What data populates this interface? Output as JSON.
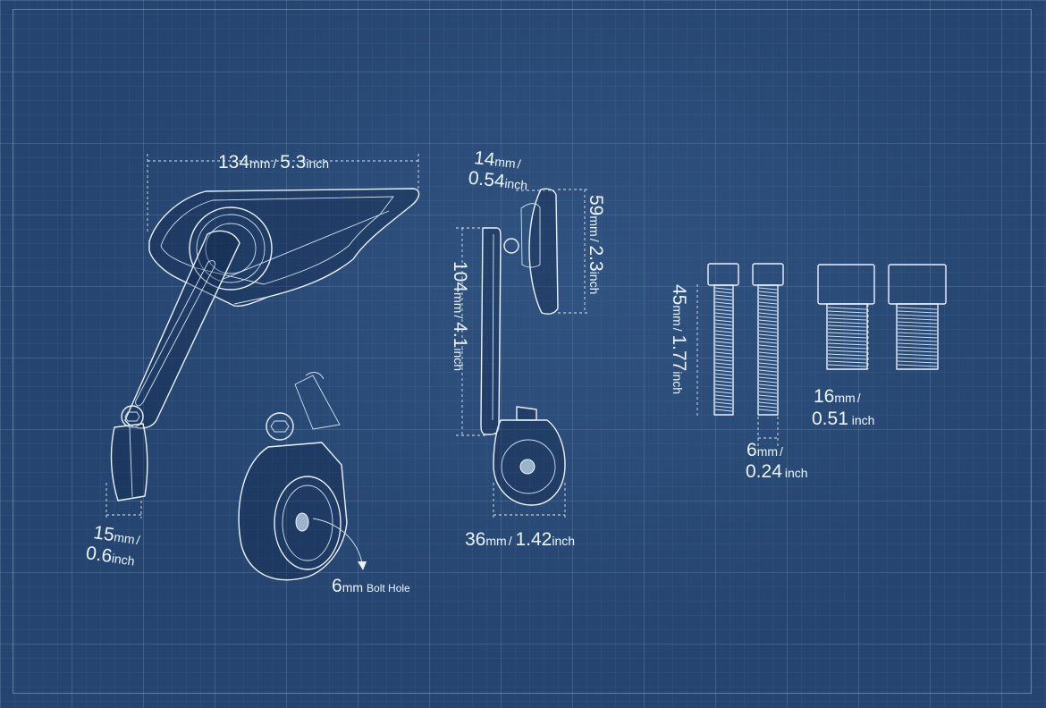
{
  "background_color": "#25446f",
  "line_color": "#e9f3ff",
  "dimensions": {
    "mirror_width": {
      "value": "134",
      "unit_mm": "mm",
      "sep": "/ ",
      "inch": "5.3",
      "unit_in": "inch"
    },
    "clamp_width": {
      "value": "15",
      "unit_mm": "mm",
      "sep": "/",
      "inch": "0.6",
      "unit_in": "inch"
    },
    "bolt_hole": {
      "value": "6",
      "unit_mm": "mm",
      "label": "Bolt Hole"
    },
    "mirror_depth": {
      "value": "14",
      "unit_mm": "mm",
      "sep": "/",
      "inch": "0.54",
      "unit_in": "inch"
    },
    "mirror_head_height": {
      "value": "59",
      "unit_mm": "mm",
      "sep": "/ ",
      "inch": "2.3",
      "unit_in": "inch"
    },
    "total_height": {
      "value": "104",
      "unit_mm": "mm",
      "sep": "/ ",
      "inch": "4.1",
      "unit_in": "inch"
    },
    "clamp_diameter": {
      "value": "36",
      "unit_mm": "mm",
      "sep": "/ ",
      "inch": "1.42",
      "unit_in": "inch"
    },
    "long_bolt_length": {
      "value": "45",
      "unit_mm": "mm",
      "sep": "/ ",
      "inch": "1.77",
      "unit_in": "inch"
    },
    "bolt_diameter": {
      "value": "6",
      "unit_mm": "mm",
      "sep": "/",
      "inch": "0.24",
      "unit_in": "inch"
    },
    "short_bolt_length": {
      "value": "16",
      "unit_mm": "mm",
      "sep": "/",
      "inch": "0.51",
      "unit_in": " inch"
    }
  }
}
